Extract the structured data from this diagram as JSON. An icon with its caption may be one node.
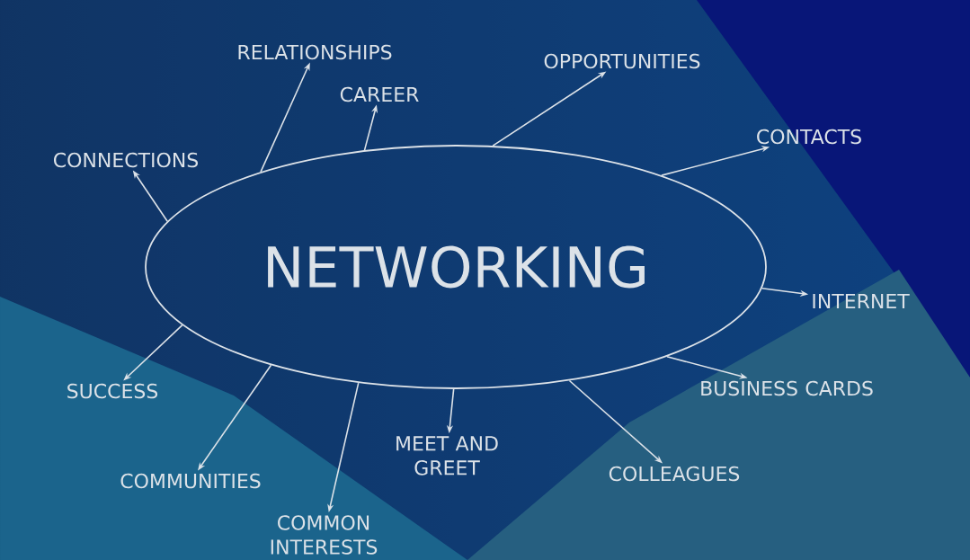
{
  "diagram": {
    "nodes": [
      {
        "text": [
          "NETWORKING"
        ]
      },
      {
        "text": [
          "RELATIONSHIPS"
        ]
      },
      {
        "text": [
          "CAREER"
        ]
      },
      {
        "text": [
          "OPPORTUNITIES"
        ]
      },
      {
        "text": [
          "CONTACTS"
        ]
      },
      {
        "text": [
          "CONNECTIONS"
        ]
      },
      {
        "text": [
          "INTERNET"
        ]
      },
      {
        "text": [
          "SUCCESS"
        ]
      },
      {
        "text": [
          "BUSINESS CARDS"
        ]
      },
      {
        "text": [
          "COMMUNITIES"
        ]
      },
      {
        "text": [
          "MEET AND GREET"
        ]
      },
      {
        "text": [
          "COLLEAGUES"
        ]
      },
      {
        "text": [
          "COMMON INTERESTS"
        ]
      }
    ],
    "edges": [
      {
        "from": 0,
        "to": 1,
        "arrow": "to"
      },
      {
        "from": 0,
        "to": 2,
        "arrow": "to"
      },
      {
        "from": 0,
        "to": 3,
        "arrow": "to"
      },
      {
        "from": 0,
        "to": 4,
        "arrow": "to"
      },
      {
        "from": 0,
        "to": 5,
        "arrow": "to"
      },
      {
        "from": 0,
        "to": 6,
        "arrow": "to"
      },
      {
        "from": 0,
        "to": 7,
        "arrow": "to"
      },
      {
        "from": 0,
        "to": 8,
        "arrow": "to"
      },
      {
        "from": 0,
        "to": 9,
        "arrow": "to"
      },
      {
        "from": 0,
        "to": 10,
        "arrow": "to"
      },
      {
        "from": 0,
        "to": 11,
        "arrow": "to"
      },
      {
        "from": 0,
        "to": 12,
        "arrow": "to"
      }
    ]
  }
}
